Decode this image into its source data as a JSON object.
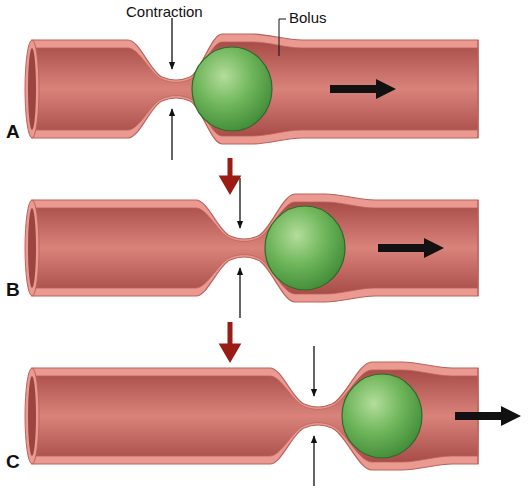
{
  "diagram": {
    "labels": [
      "Contraction",
      "Bolus",
      "A",
      "B",
      "C"
    ]
  }
}
